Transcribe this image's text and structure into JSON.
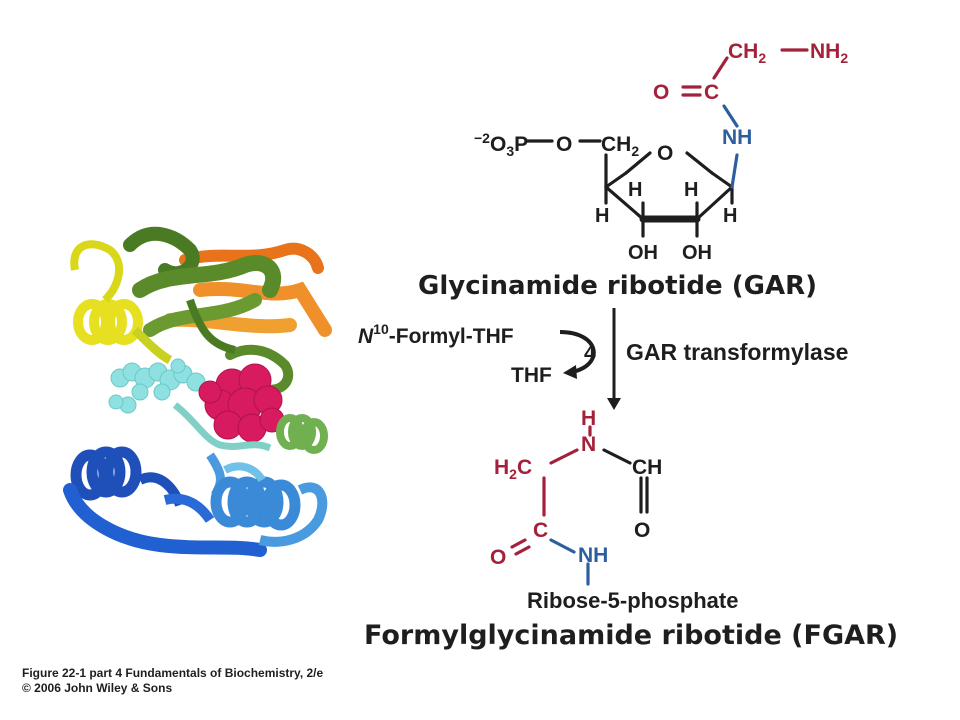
{
  "diagram": {
    "gar": {
      "phosphate": "−2O3P",
      "phosphate_parts": {
        "charge": "−2",
        "o": "O",
        "sub3": "3",
        "p": "P"
      },
      "o_link": "O",
      "ch2_left": {
        "c": "CH",
        "sub": "2"
      },
      "ring_o": "O",
      "nh": "NH",
      "carbonyl_o": "O",
      "carbonyl_c": "C",
      "ch2_top": {
        "c": "CH",
        "sub": "2"
      },
      "nh2": {
        "n": "NH",
        "sub": "2"
      },
      "h_labels": [
        "H",
        "H",
        "H",
        "H"
      ],
      "oh_labels": [
        "OH",
        "OH"
      ],
      "name": "Glycinamide ribotide (GAR)"
    },
    "reaction": {
      "cofactor_in": {
        "n": "N",
        "sup": "10",
        "rest": "-Formyl-THF"
      },
      "cofactor_out": "THF",
      "step_number": "4",
      "enzyme": "GAR transformylase"
    },
    "fgar": {
      "h": "H",
      "n": "N",
      "ch": "CH",
      "h2c": {
        "h": "H",
        "sub": "2",
        "c": "C"
      },
      "c": "C",
      "o_right": "O",
      "o_left": "O",
      "nh": "NH",
      "ribose": "Ribose-5-phosphate",
      "name": "Formylglycinamide ribotide (FGAR)"
    },
    "caption": {
      "line1": "Figure 22-1 part 4  Fundamentals of Biochemistry, 2/e",
      "line2": "© 2006 John Wiley & Sons"
    },
    "colors": {
      "black": "#1e1e1e",
      "red": "#a3213a",
      "blue": "#2d5f9e",
      "protein_yellow": "#e6e020",
      "protein_green": "#5a8a2a",
      "protein_orange": "#e8731a",
      "protein_blue": "#1f4fb8",
      "ligand_magenta": "#d81b60",
      "ligand_cyan": "#8fe0e0"
    }
  }
}
